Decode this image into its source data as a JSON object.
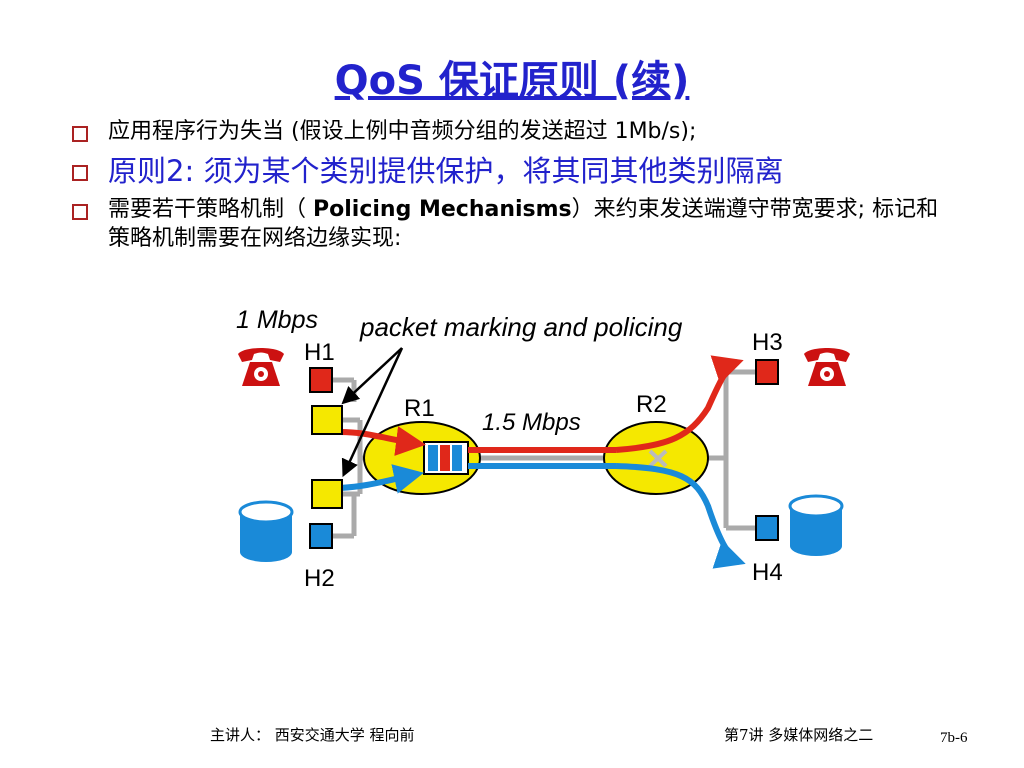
{
  "slide": {
    "title": "QoS 保证原则 (续)",
    "bullets": [
      {
        "pre": "应用程序行为失当 (",
        "mid": "假设上例中音频分组的发送超过 1Mb/s);"
      },
      {
        "pre": "原则2: ",
        "mid": "须为某个类别提供保护，将其同其他类别隔离"
      },
      {
        "pre": "需要若干策略机制（ ",
        "en": "Policing Mechanisms",
        "post": "）来约束发送端遵守带宽要求; 标记和策略机制需要在网络边缘实现:"
      }
    ]
  },
  "diagram": {
    "label_rate": "1 Mbps",
    "label_policing": "packet marking and policing",
    "label_link": "1.5 Mbps",
    "h1": "H1",
    "h2": "H2",
    "h3": "H3",
    "h4": "H4",
    "r1": "R1",
    "r2": "R2",
    "colors": {
      "red": "#e0281a",
      "blue": "#1a8ad8",
      "yellow": "#f5e800",
      "gray": "#aaaaaa",
      "phone": "#cc1111"
    }
  },
  "footer": {
    "left": "主讲人：  西安交通大学  程向前",
    "right": "第7讲 多媒体网络之二",
    "page": "7b-6"
  }
}
